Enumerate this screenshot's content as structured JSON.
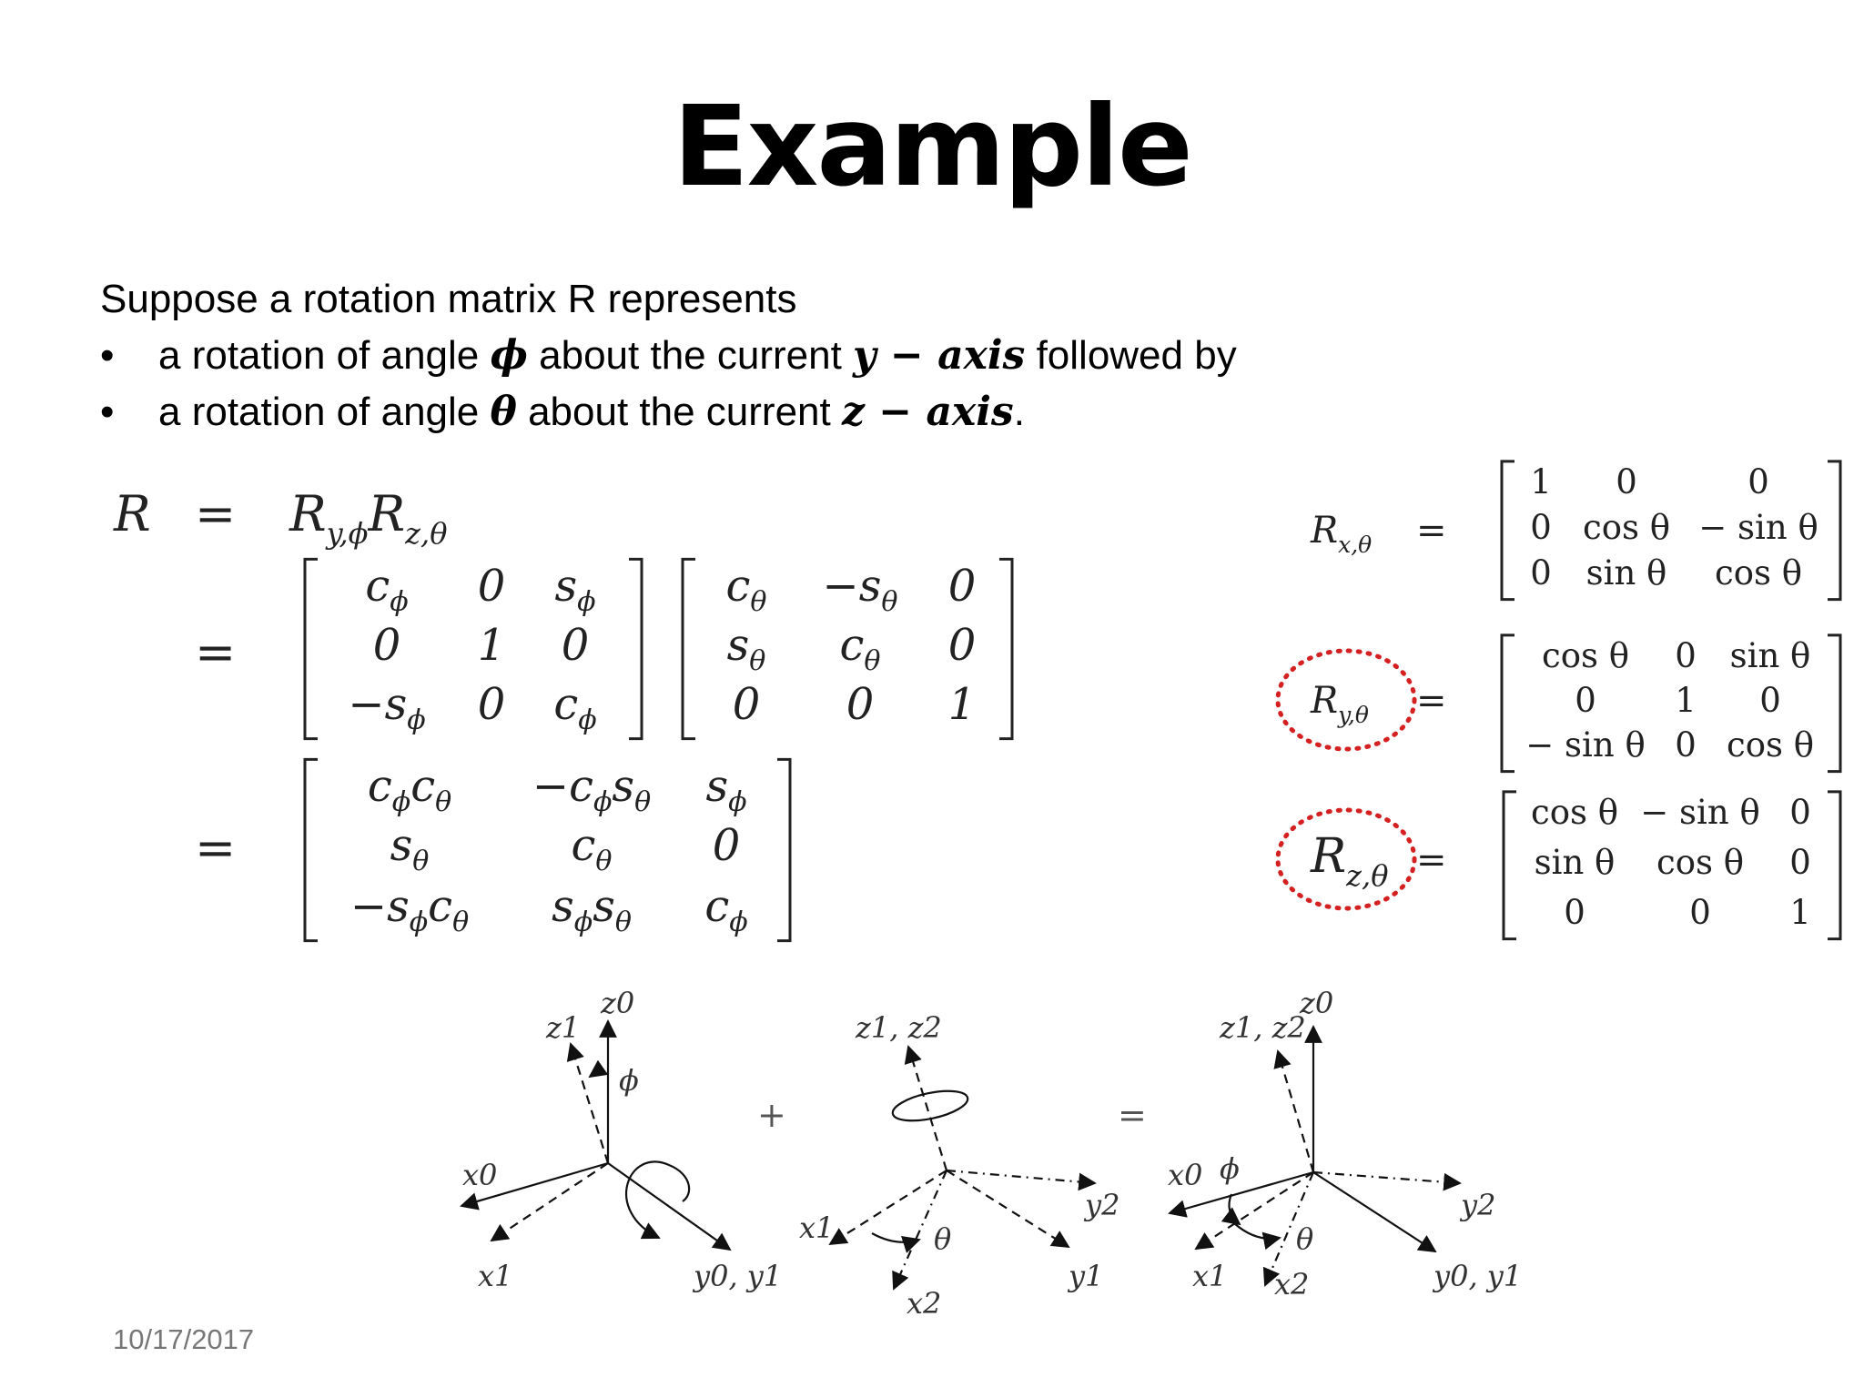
{
  "slide": {
    "title": "Example",
    "intro": "Suppose a rotation matrix R represents",
    "bullets": [
      {
        "prefix": "a rotation of angle ",
        "angle": "ϕ",
        "mid": " about the current ",
        "axis": "y − axis",
        "suffix": " followed by"
      },
      {
        "prefix": "a rotation of angle ",
        "angle": "θ",
        "mid": " about the current ",
        "axis": "z − axis",
        "suffix": "."
      }
    ],
    "bullet_symbol": "•",
    "date": "10/17/2017"
  },
  "derivation": {
    "lhs": "R",
    "eq": "=",
    "product": {
      "r1": "R",
      "s1": "y,ϕ",
      "r2": "R",
      "s2": "z,θ"
    },
    "matrix_y": [
      [
        "c_ϕ",
        "0",
        "s_ϕ"
      ],
      [
        "0",
        "1",
        "0"
      ],
      [
        "−s_ϕ",
        "0",
        "c_ϕ"
      ]
    ],
    "matrix_z": [
      [
        "c_θ",
        "−s_θ",
        "0"
      ],
      [
        "s_θ",
        "c_θ",
        "0"
      ],
      [
        "0",
        "0",
        "1"
      ]
    ],
    "result": [
      [
        "c_ϕc_θ",
        "−c_ϕs_θ",
        "s_ϕ"
      ],
      [
        "s_θ",
        "c_θ",
        "0"
      ],
      [
        "−s_ϕc_θ",
        "s_ϕs_θ",
        "c_ϕ"
      ]
    ]
  },
  "basic_rotations": [
    {
      "label": "R",
      "sub": "x,θ",
      "highlighted": false,
      "matrix": [
        [
          "1",
          "0",
          "0"
        ],
        [
          "0",
          "cos θ",
          "− sin θ"
        ],
        [
          "0",
          "sin θ",
          "cos θ"
        ]
      ]
    },
    {
      "label": "R",
      "sub": "y,θ",
      "highlighted": true,
      "matrix": [
        [
          "cos θ",
          "0",
          "sin θ"
        ],
        [
          "0",
          "1",
          "0"
        ],
        [
          "− sin θ",
          "0",
          "cos θ"
        ]
      ]
    },
    {
      "label": "R",
      "sub": "z,θ",
      "highlighted": true,
      "matrix": [
        [
          "cos θ",
          "− sin θ",
          "0"
        ],
        [
          "sin θ",
          "cos θ",
          "0"
        ],
        [
          "0",
          "0",
          "1"
        ]
      ]
    }
  ],
  "figure": {
    "operators": [
      "+",
      "="
    ],
    "labels": {
      "z0": "z0",
      "z1": "z1",
      "z1z2": "z1, z2",
      "x0": "x0",
      "x1": "x1",
      "x2": "x2",
      "y0y1": "y0, y1",
      "y1": "y1",
      "y2": "y2",
      "phi": "ϕ",
      "theta": "θ"
    }
  },
  "colors": {
    "highlight_circle": "#d42020",
    "date_text": "#777777"
  }
}
